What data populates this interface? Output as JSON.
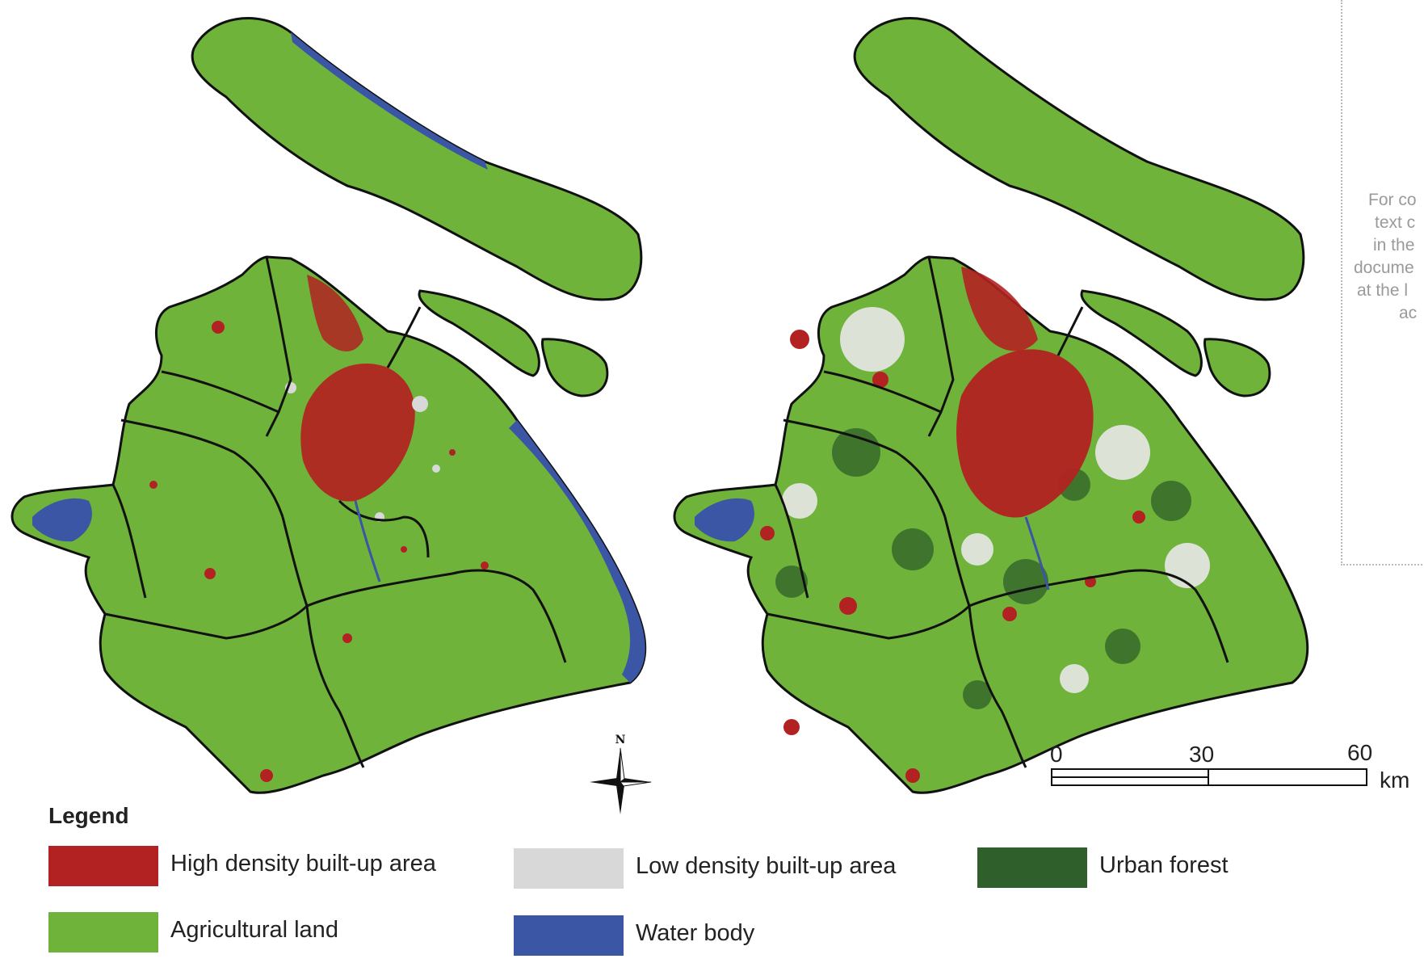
{
  "colors": {
    "high_density": "#b22222",
    "low_density": "#d8d8d8",
    "urban_forest": "#2f5f2a",
    "agricultural": "#6fb33a",
    "water": "#3b56a4",
    "boundary": "#111111"
  },
  "compass": {
    "north_label": "N"
  },
  "scale_bar": {
    "ticks": [
      "0",
      "30",
      "60"
    ],
    "unit": "km"
  },
  "side_note": {
    "lines": [
      "For co",
      "text c",
      "in the",
      "docume",
      "at the l",
      "ac"
    ]
  },
  "legend": {
    "title": "Legend",
    "items": [
      {
        "label": "High density built-up area",
        "color_key": "high_density"
      },
      {
        "label": "Low density built-up area",
        "color_key": "low_density"
      },
      {
        "label": "Urban forest",
        "color_key": "urban_forest"
      },
      {
        "label": "Agricultural land",
        "color_key": "agricultural"
      },
      {
        "label": "Water body",
        "color_key": "water"
      }
    ]
  }
}
